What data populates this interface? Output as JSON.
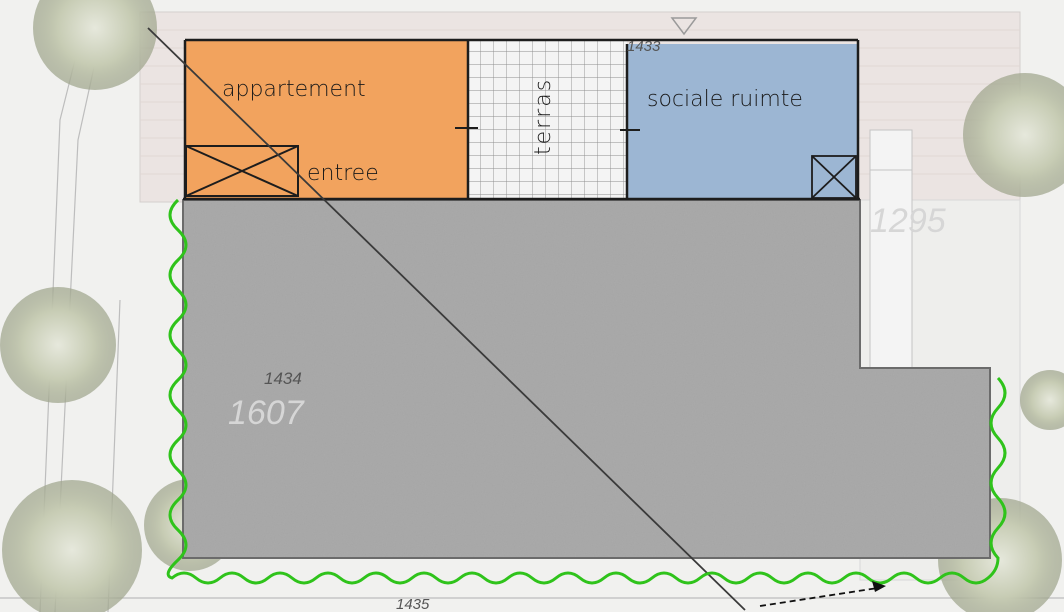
{
  "rooms": {
    "appartement": "appartement",
    "entree": "entree",
    "terras": "terras",
    "sociale_ruimte": "sociale ruimte"
  },
  "parcel_numbers": {
    "top": "1433",
    "right": "1295",
    "center": "1434",
    "center_faint": "1607",
    "bottom": "1435"
  },
  "colors": {
    "appartement": "#f2a35e",
    "sociale_ruimte": "#9cb6d3",
    "terras": "#f3f3f3",
    "gravel": "#a9a9a9",
    "boundary_green": "#2fc31b",
    "building_outline": "#1d1d1d",
    "background": "#f1f1ef"
  }
}
